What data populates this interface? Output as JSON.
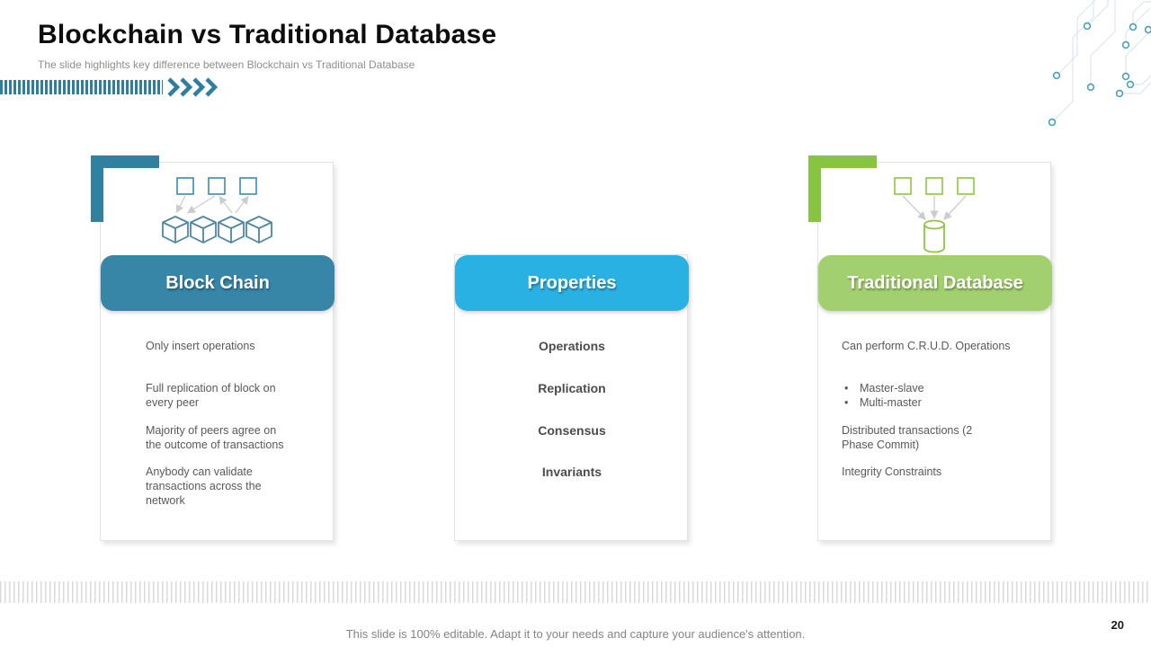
{
  "slide": {
    "title": "Blockchain vs Traditional Database",
    "subtitle": "The slide highlights key difference between Blockchain vs Traditional Database",
    "footer": "This slide is 100% editable. Adapt it to your needs and capture your audience's attention.",
    "page_number": "20"
  },
  "cards": {
    "blockchain": {
      "header": "Block Chain",
      "items": [
        "Only insert operations",
        "Full replication of block on every  peer",
        "Majority of peers agree on the outcome of transactions",
        "Anybody can validate transactions across the network"
      ]
    },
    "properties": {
      "header": "Properties",
      "items": [
        "Operations",
        "Replication",
        "Consensus",
        "Invariants"
      ]
    },
    "traditional": {
      "header": "Traditional Database",
      "item_crud": "Can perform C.R.U.D. Operations",
      "bullet_char": "•",
      "bullets": [
        "Master-slave",
        "Multi-master"
      ],
      "item_distributed": "Distributed transactions (2 Phase Commit)",
      "item_integrity": "Integrity Constraints"
    }
  },
  "icons": {
    "blockchain_card": "cubes-network-icon",
    "traditional_card": "database-cylinder-icon",
    "title_decoration": "chevrons-right-icon",
    "top_right_decoration": "circuit-nodes-decoration"
  },
  "colors": {
    "teal": "#3786a8",
    "teal_dark": "#30809f",
    "cyan": "#2ab1e3",
    "green_header": "#a3d06e",
    "green_bright": "#86c442",
    "body_text": "#595959"
  }
}
